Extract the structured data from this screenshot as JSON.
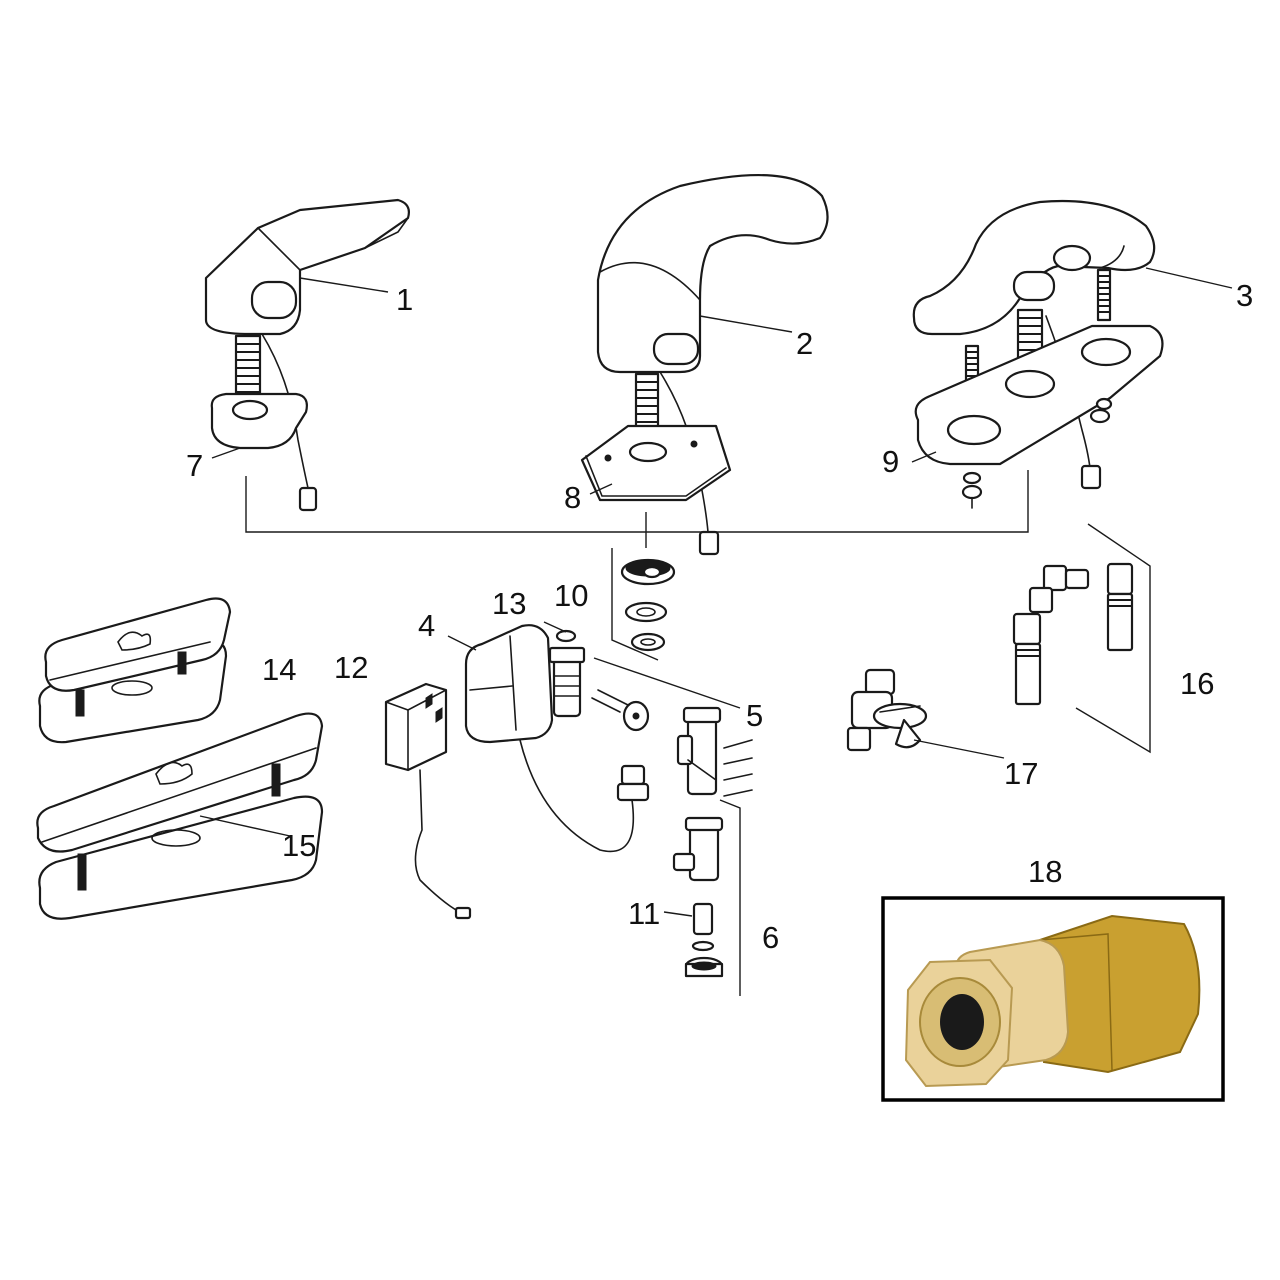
{
  "diagram": {
    "callouts": [
      {
        "id": "c1",
        "label": "1"
      },
      {
        "id": "c2",
        "label": "2"
      },
      {
        "id": "c3",
        "label": "3"
      },
      {
        "id": "c4",
        "label": "4"
      },
      {
        "id": "c5",
        "label": "5"
      },
      {
        "id": "c6",
        "label": "6"
      },
      {
        "id": "c7",
        "label": "7"
      },
      {
        "id": "c8",
        "label": "8"
      },
      {
        "id": "c9",
        "label": "9"
      },
      {
        "id": "c10",
        "label": "10"
      },
      {
        "id": "c11",
        "label": "11"
      },
      {
        "id": "c12",
        "label": "12"
      },
      {
        "id": "c13",
        "label": "13"
      },
      {
        "id": "c14",
        "label": "14"
      },
      {
        "id": "c15",
        "label": "15"
      },
      {
        "id": "c16",
        "label": "16"
      },
      {
        "id": "c17",
        "label": "17"
      },
      {
        "id": "c18",
        "label": "18"
      }
    ],
    "colors": {
      "line": "#1a1a1a",
      "brass_light": "#ead29a",
      "brass_dark": "#c9a030",
      "frame": "#000000"
    }
  }
}
